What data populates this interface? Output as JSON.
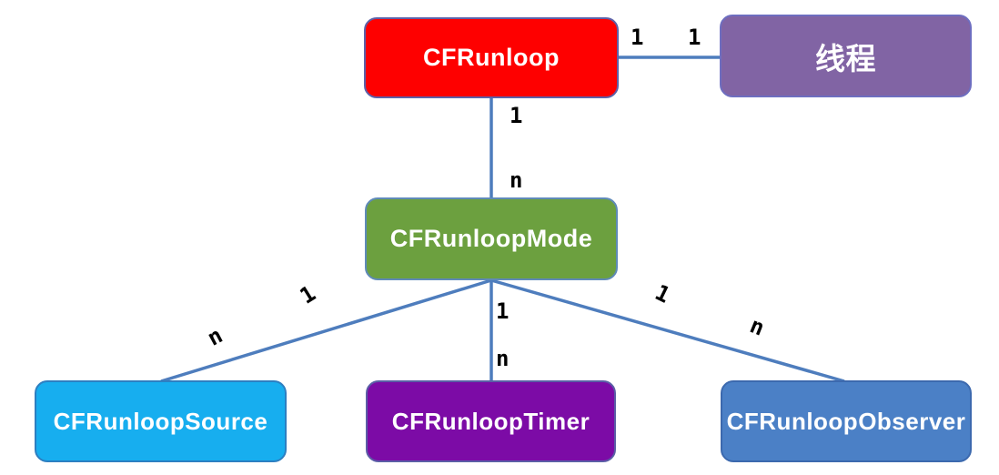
{
  "diagram": {
    "nodes": {
      "cfrunloop": {
        "label": "CFRunloop",
        "fill": "#fe0000"
      },
      "thread": {
        "label": "线程",
        "fill": "#8164a4"
      },
      "mode": {
        "label": "CFRunloopMode",
        "fill": "#6ca03f"
      },
      "source": {
        "label": "CFRunloopSource",
        "fill": "#17aeef"
      },
      "timer": {
        "label": "CFRunloopTimer",
        "fill": "#7c0ba6"
      },
      "observer": {
        "label": "CFRunloopObserver",
        "fill": "#4b80c6"
      }
    },
    "edges": {
      "runloop_thread": {
        "from_label": "1",
        "to_label": "1"
      },
      "runloop_mode": {
        "from_label": "1",
        "to_label": "n"
      },
      "mode_source": {
        "from_label": "1",
        "to_label": "n"
      },
      "mode_timer": {
        "from_label": "1",
        "to_label": "n"
      },
      "mode_observer": {
        "from_label": "1",
        "to_label": "n"
      }
    },
    "colors": {
      "connector": "#4e7dbd",
      "edge_label_text": "#000000",
      "node_text": "#ffffff"
    }
  }
}
